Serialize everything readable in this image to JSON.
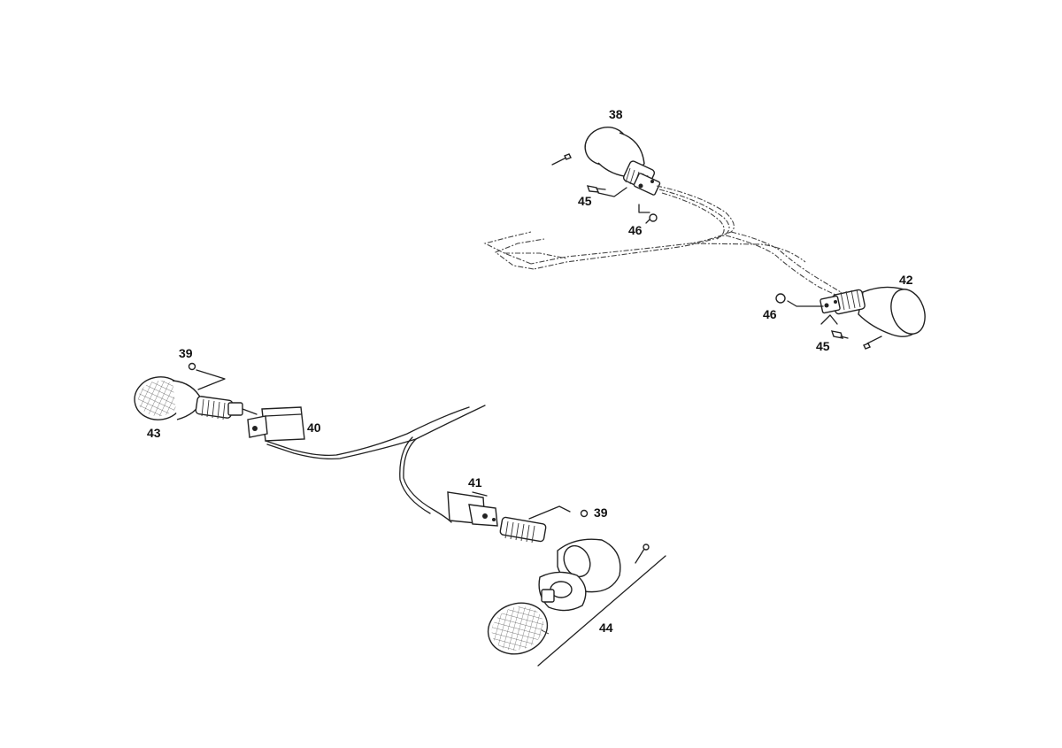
{
  "labels": {
    "p38": "38",
    "p39a": "39",
    "p39b": "39",
    "p40": "40",
    "p41": "41",
    "p42": "42",
    "p43": "43",
    "p44": "44",
    "p45a": "45",
    "p45b": "45",
    "p46a": "46",
    "p46b": "46"
  }
}
